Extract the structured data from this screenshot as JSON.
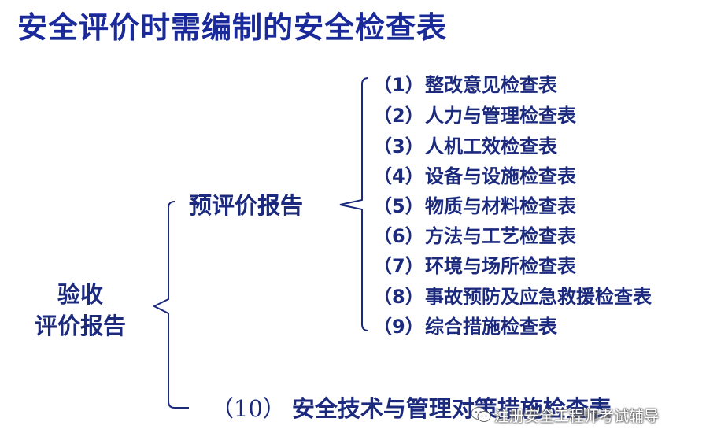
{
  "title": "安全评价时需编制的安全检查表",
  "root": {
    "line1": "验收",
    "line2": "评价报告"
  },
  "branch": {
    "label": "预评价报告"
  },
  "items": [
    {
      "num": "（1）",
      "label": "整改意见检查表"
    },
    {
      "num": "（2）",
      "label": "人力与管理检查表"
    },
    {
      "num": "（3）",
      "label": "人机工效检查表"
    },
    {
      "num": "（4）",
      "label": "设备与设施检查表"
    },
    {
      "num": "（5）",
      "label": "物质与材料检查表"
    },
    {
      "num": "（6）",
      "label": "方法与工艺检查表"
    },
    {
      "num": "（7）",
      "label": "环境与场所检查表"
    },
    {
      "num": "（8）",
      "label": "事故预防及应急救援检查表"
    },
    {
      "num": "（9）",
      "label": "综合措施检查表"
    }
  ],
  "item10": {
    "num": "（10）",
    "label": "安全技术与管理对策措施检查表"
  },
  "watermark": {
    "text": "注册安全工程师考试辅导",
    "icon": "wechat-icon"
  },
  "colors": {
    "title": "#1a2a9a",
    "text": "#1c2a7e",
    "bracket": "#1c2a7e"
  }
}
